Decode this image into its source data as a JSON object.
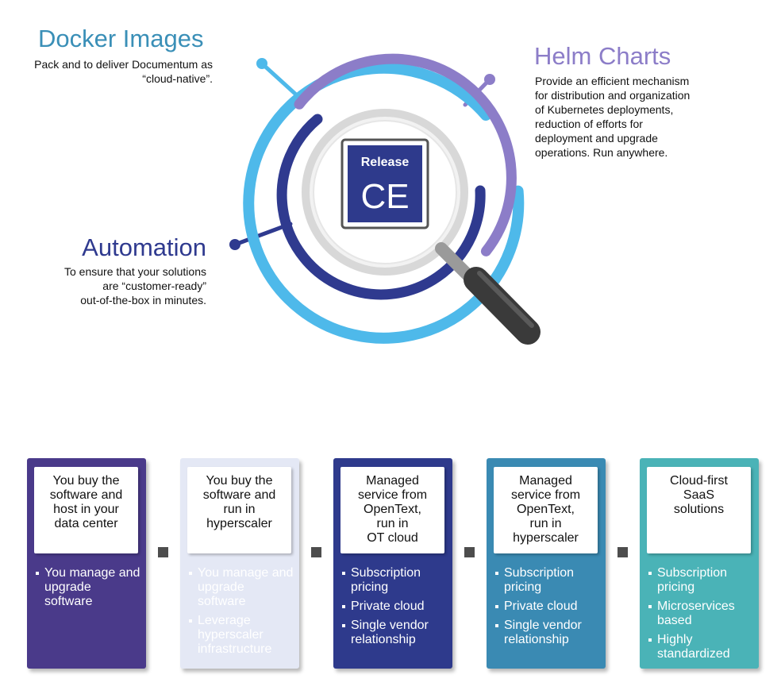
{
  "hub": {
    "center_title": "Release",
    "center_value": "CE"
  },
  "features": [
    {
      "title": "Docker Images",
      "title_color": "#3a8fb7",
      "desc": [
        "Pack and to deliver Documentum as",
        "“cloud-native”."
      ]
    },
    {
      "title": "Helm Charts",
      "title_color": "#8c7dc8",
      "desc": [
        "Provide an efficient mechanism",
        "for distribution and organization",
        "of Kubernetes deployments,",
        "reduction of efforts for",
        "deployment and upgrade",
        "operations. Run anywhere."
      ]
    },
    {
      "title": "Automation",
      "title_color": "#2f3a8f",
      "desc": [
        "To ensure that your solutions",
        "are “customer-ready”",
        "out-of-the-box in minutes."
      ]
    }
  ],
  "colors": {
    "ring_outer": "#4eb9ea",
    "ring_purple": "#8c7dc8",
    "ring_navy": "#2f3a8f",
    "lens_rim": "#d8d8d8",
    "handle": "#3a3a3a"
  },
  "models": [
    {
      "title": [
        "You buy the",
        "software and",
        "host in your",
        "data center"
      ],
      "bg": "#4a3a8a",
      "text_color": "#ffffff",
      "bullets": [
        "You manage and upgrade software"
      ]
    },
    {
      "title": [
        "You buy the",
        "software and",
        "run in",
        "hyperscaler"
      ],
      "bg": "#e4e8f5",
      "text_color": "#ffffff",
      "bullets": [
        "You manage and upgrade software",
        "Leverage hyperscaler infrastructure"
      ]
    },
    {
      "title": [
        "Managed",
        "service from",
        "OpenText,",
        "run in",
        "OT cloud"
      ],
      "bg": "#2e3a8c",
      "text_color": "#ffffff",
      "bullets": [
        "Subscription pricing",
        "Private cloud",
        "Single vendor relationship"
      ]
    },
    {
      "title": [
        "Managed",
        "service from",
        "OpenText,",
        "run in",
        "hyperscaler"
      ],
      "bg": "#3a8ab3",
      "text_color": "#ffffff",
      "bullets": [
        "Subscription pricing",
        "Private cloud",
        "Single vendor relationship"
      ]
    },
    {
      "title": [
        "Cloud-first",
        "SaaS",
        "solutions"
      ],
      "bg": "#4ab3b7",
      "text_color": "#ffffff",
      "bullets": [
        "Subscription pricing",
        "Microservices based",
        "Highly standardized"
      ]
    }
  ]
}
